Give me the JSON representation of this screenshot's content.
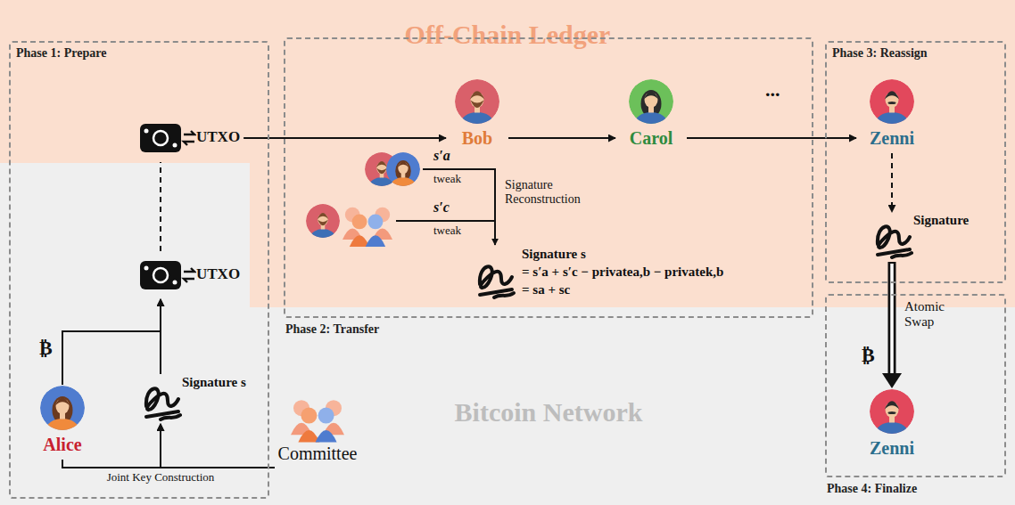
{
  "diagram": {
    "nodes": [
      {
        "text": [
          "Off-Chain Ledger"
        ]
      },
      {
        "text": [
          "Phase 1: Prepare"
        ]
      },
      {
        "text": [
          "UTXO"
        ],
        "in": 1
      },
      {
        "text": [
          "UTXO"
        ],
        "in": 1
      },
      {
        "text": [
          "Alice"
        ],
        "in": 1
      },
      {
        "text": [
          "Signature s"
        ],
        "in": 1
      },
      {
        "text": [
          "Committee"
        ]
      },
      {
        "text": [
          "Phase 2: Transfer"
        ]
      },
      {
        "text": [
          "Bob"
        ],
        "in": 7
      },
      {
        "text": [
          "Carol"
        ],
        "in": 7
      },
      {
        "text": [
          "Signature s",
          "= s′a + s′c − privatea,b − privatek,b",
          "= sa + sc"
        ],
        "in": 7
      },
      {
        "text": [
          "Phase 3: Reassign"
        ]
      },
      {
        "text": [
          "Zenni"
        ],
        "in": 11
      },
      {
        "text": [
          "Signature"
        ],
        "in": 11
      },
      {
        "text": [
          "Phase 4: Finalize"
        ]
      },
      {
        "text": [
          "Zenni"
        ],
        "in": 14
      },
      {
        "text": [
          "Bitcoin Network"
        ]
      }
    ],
    "edges": [
      {
        "from": 3,
        "to": 2,
        "arrow": "none"
      },
      {
        "from": 4,
        "to": 3,
        "arrow": "to",
        "label": "₿"
      },
      {
        "from": 5,
        "to": 3,
        "arrow": "to"
      },
      {
        "from": 4,
        "to": 5,
        "arrow": "to",
        "label": "Joint Key Construction"
      },
      {
        "from": 6,
        "to": 5,
        "arrow": "to"
      },
      {
        "from": 2,
        "to": 8,
        "arrow": "to"
      },
      {
        "from": 8,
        "to": 9,
        "arrow": "to"
      },
      {
        "from": 9,
        "to": 12,
        "arrow": "to"
      },
      {
        "from": 12,
        "to": 13,
        "arrow": "to"
      },
      {
        "from": 13,
        "to": 15,
        "arrow": "to",
        "label": "Atomic Swap"
      }
    ],
    "labels": [
      "s′a",
      "tweak",
      "s′c",
      "tweak",
      "Signature Reconstruction",
      "...",
      "₿"
    ]
  }
}
